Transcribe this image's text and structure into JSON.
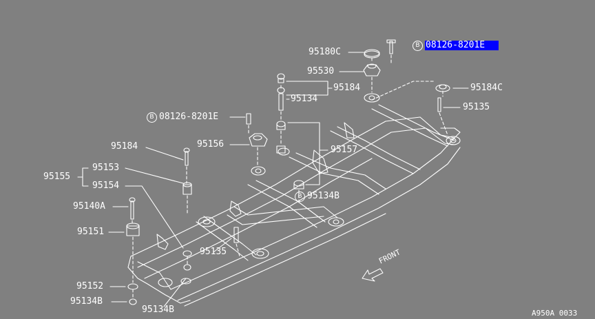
{
  "callouts": {
    "p95180c": "95180C",
    "p95530": "95530",
    "p95184_top": "95184",
    "p95134_top": "95134",
    "p95184c": "95184C",
    "p95135_right": "95135",
    "p95156": "95156",
    "p95157": "95157",
    "p95134b_center": "95134B",
    "p95184_left": "95184",
    "p95155": "95155",
    "p95153": "95153",
    "p95154": "95154",
    "p95140a": "95140A",
    "p95151": "95151",
    "p95135_center": "95135",
    "p95152": "95152",
    "p95134b_left": "95134B",
    "p95134b_bottom": "95134B"
  },
  "bolt_parts": {
    "top_right": "08126-8201E",
    "left": "08126-8201E"
  },
  "symbols": {
    "bolt_letter": "B",
    "hex_letter": "B"
  },
  "direction": {
    "front_label": "FRONT"
  },
  "diagram_code": "A950A 0033"
}
